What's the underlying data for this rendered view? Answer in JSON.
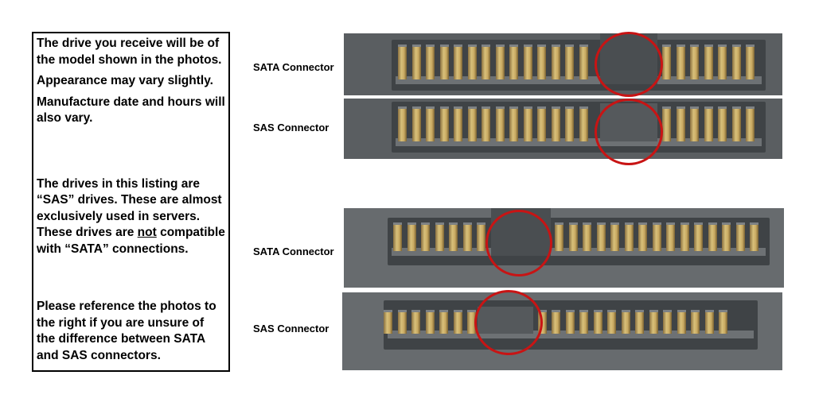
{
  "notice": {
    "p1": "The drive you receive will be of the model shown in the photos.",
    "p2": "Appearance may vary slightly.",
    "p3": "Manufacture date and hours will also vary.",
    "p4_a": "The drives in this listing are “SAS” drives. These are almost exclusively used in servers. These drives are ",
    "p4_not": "not",
    "p4_b": " compatible with “SATA” connections.",
    "p5": "Please reference the photos to the right if you are unsure of the difference between SATA and SAS connectors."
  },
  "labels": {
    "sata_1": "SATA Connector",
    "sas_1": "SAS Connector",
    "sata_2": "SATA Connector",
    "sas_2": "SAS Connector"
  },
  "colors": {
    "highlight": "#c81414",
    "pin": "#c9aa62"
  }
}
